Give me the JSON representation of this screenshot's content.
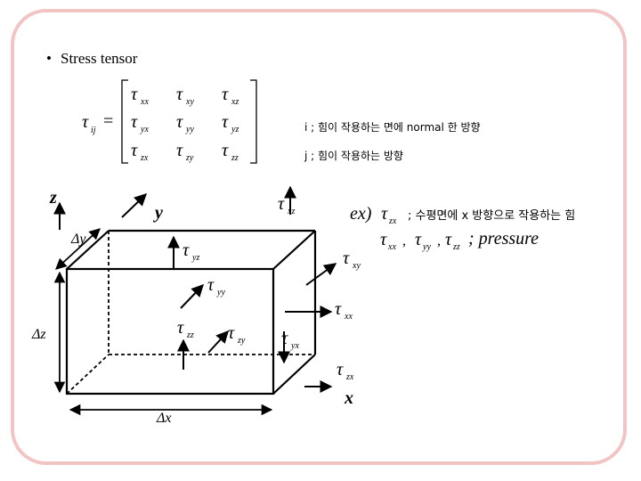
{
  "slide": {
    "bullet_title": "Stress tensor",
    "tensor_lhs": {
      "symbol": "τ",
      "sub": "ij"
    },
    "matrix": [
      [
        {
          "s": "τ",
          "sub": "xx"
        },
        {
          "s": "τ",
          "sub": "xy"
        },
        {
          "s": "τ",
          "sub": "xz"
        }
      ],
      [
        {
          "s": "τ",
          "sub": "yx"
        },
        {
          "s": "τ",
          "sub": "yy"
        },
        {
          "s": "τ",
          "sub": "yz"
        }
      ],
      [
        {
          "s": "τ",
          "sub": "zx"
        },
        {
          "s": "τ",
          "sub": "zy"
        },
        {
          "s": "τ",
          "sub": "zz"
        }
      ]
    ],
    "note_i": "i ; 힘이 작용하는 면에 normal 한 방향",
    "note_j": "j ; 힘이 작용하는 방향",
    "example_prefix": "ex)",
    "example_text": "; 수평면에 x 방향으로 작용하는 힘",
    "pressure_text": "; pressure"
  },
  "diagram": {
    "axis_z": "z",
    "axis_y": "y",
    "axis_x": "x",
    "dy": "Δy",
    "dz": "Δz",
    "dx": "Δx",
    "tau": "τ",
    "labels": {
      "xz": "xz",
      "yz": "yz",
      "xy": "xy",
      "yy": "yy",
      "xx": "xx",
      "zz": "zz",
      "zy": "zy",
      "yx": "yx",
      "zx": "zx"
    }
  },
  "colors": {
    "border": "#f2c4c4",
    "ink": "#000000"
  }
}
